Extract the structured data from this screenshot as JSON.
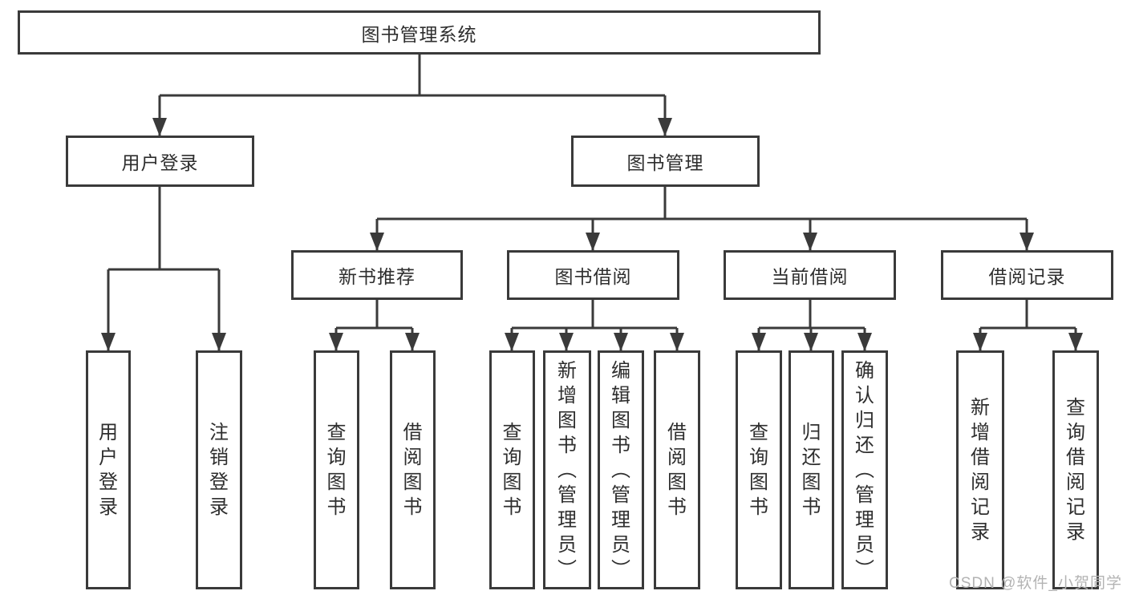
{
  "diagram": {
    "root": "图书管理系统",
    "level2": {
      "user_login": "用户登录",
      "book_management": "图书管理"
    },
    "level3": {
      "new_book_recommend": "新书推荐",
      "book_borrowing": "图书借阅",
      "current_borrowing": "当前借阅",
      "borrowing_records": "借阅记录"
    },
    "leaves": {
      "user_login": [
        "用户登录",
        "注销登录"
      ],
      "new_book_recommend": [
        "查询图书",
        "借阅图书"
      ],
      "book_borrowing": [
        "查询图书",
        "新增图书（管理员）",
        "编辑图书（管理员）",
        "借阅图书"
      ],
      "current_borrowing": [
        "查询图书",
        "归还图书",
        "确认归还（管理员）"
      ],
      "borrowing_records": [
        "新增借阅记录",
        "查询借阅记录"
      ]
    }
  },
  "watermark": "CSDN @软件_小贺同学",
  "colors": {
    "line": "#3a3a3a",
    "box_border": "#3a3a3a",
    "text": "#2e2e2e",
    "watermark": "#b3b3b3",
    "background": "#ffffff"
  }
}
